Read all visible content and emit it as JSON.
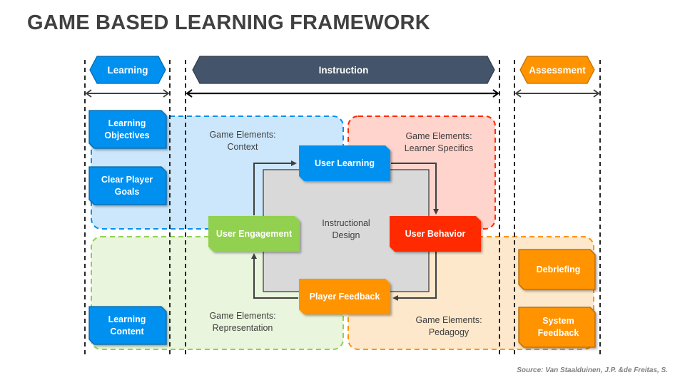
{
  "title": "GAME BASED LEARNING FRAMEWORK",
  "colors": {
    "blue": "#0091F0",
    "navy": "#44546A",
    "orange": "#FF9300",
    "green": "#92D050",
    "red": "#FF2A00",
    "grey_box": "#D9D9D9",
    "context_fill": "#CCE7FB",
    "learner_fill": "#FFD4CD",
    "representation_fill": "#E9F5DC",
    "pedagogy_fill": "#FDE8CC"
  },
  "phases": [
    {
      "id": "learning",
      "label": "Learning"
    },
    {
      "id": "instruction",
      "label": "Instruction"
    },
    {
      "id": "assessment",
      "label": "Assessment"
    }
  ],
  "learning_boxes": [
    {
      "label": "Learning Objectives"
    },
    {
      "label": "Clear Player Goals"
    },
    {
      "label": "Learning Content"
    }
  ],
  "assessment_boxes": [
    {
      "label": "Debriefing"
    },
    {
      "label": "System Feedback"
    }
  ],
  "regions": [
    {
      "id": "context",
      "label": "Game Elements: Context"
    },
    {
      "id": "learner-specifics",
      "label": "Game Elements: Learner Specifics"
    },
    {
      "id": "representation",
      "label": "Game Elements: Representation"
    },
    {
      "id": "pedagogy",
      "label": "Game Elements: Pedagogy"
    }
  ],
  "center": {
    "label": "Instructional Design"
  },
  "cycle": [
    {
      "id": "user-learning",
      "label": "User Learning"
    },
    {
      "id": "user-behavior",
      "label": "User Behavior"
    },
    {
      "id": "player-feedback",
      "label": "Player Feedback"
    },
    {
      "id": "user-engagement",
      "label": "User Engagement"
    }
  ],
  "source": "Source: Van Staalduinen, J.P. &de Freitas, S."
}
